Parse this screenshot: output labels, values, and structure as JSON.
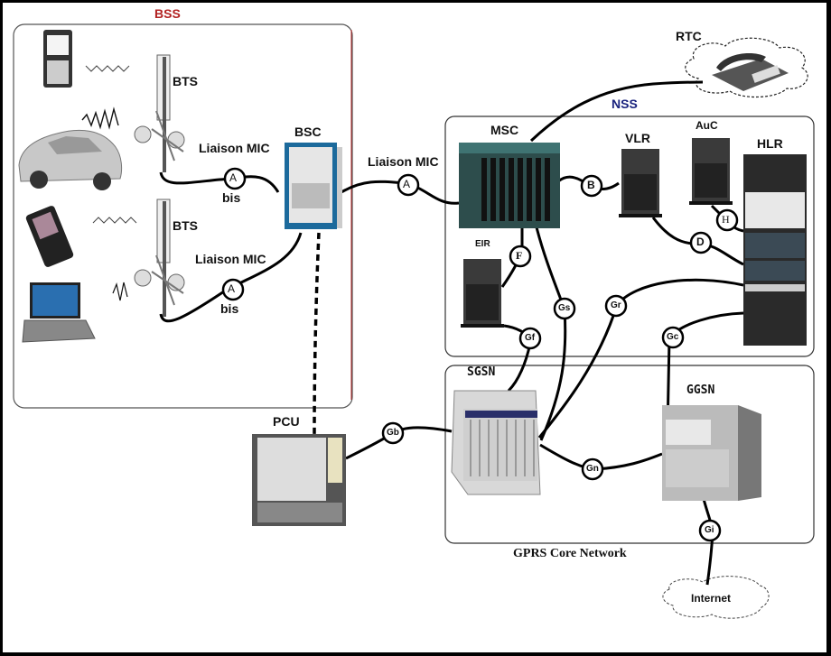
{
  "title": "GSM / GPRS Network Architecture",
  "colors": {
    "bss": "#b22222",
    "nss": "#1a237e",
    "line": "#000000"
  },
  "groups": {
    "bss": "BSS",
    "nss": "NSS",
    "gprs": "GPRS Core Network"
  },
  "nodes": {
    "bts1": "BTS",
    "bts2": "BTS",
    "bsc": "BSC",
    "msc": "MSC",
    "vlr": "VLR",
    "auc": "AuC",
    "hlr": "HLR",
    "eir": "EIR",
    "rtc": "RTC",
    "pcu": "PCU",
    "sgsn": "SGSN",
    "ggsn": "GGSN",
    "internet": "Internet"
  },
  "link_labels": {
    "mic1": "Liaison MIC",
    "mic2": "Liaison MIC",
    "mic3": "Liaison MIC",
    "bis1": "bis",
    "bis2": "bis"
  },
  "interfaces": {
    "abis1": "A",
    "abis2": "A",
    "a": "A",
    "b": "B",
    "d": "D",
    "h": "H",
    "f": "F",
    "gs": "Gs",
    "gr": "Gr",
    "gf": "Gf",
    "gc": "Gc",
    "gb": "Gb",
    "gn": "Gn",
    "gi": "Gi"
  },
  "devices": [
    "mobile-phone",
    "car",
    "smartphone",
    "laptop"
  ]
}
